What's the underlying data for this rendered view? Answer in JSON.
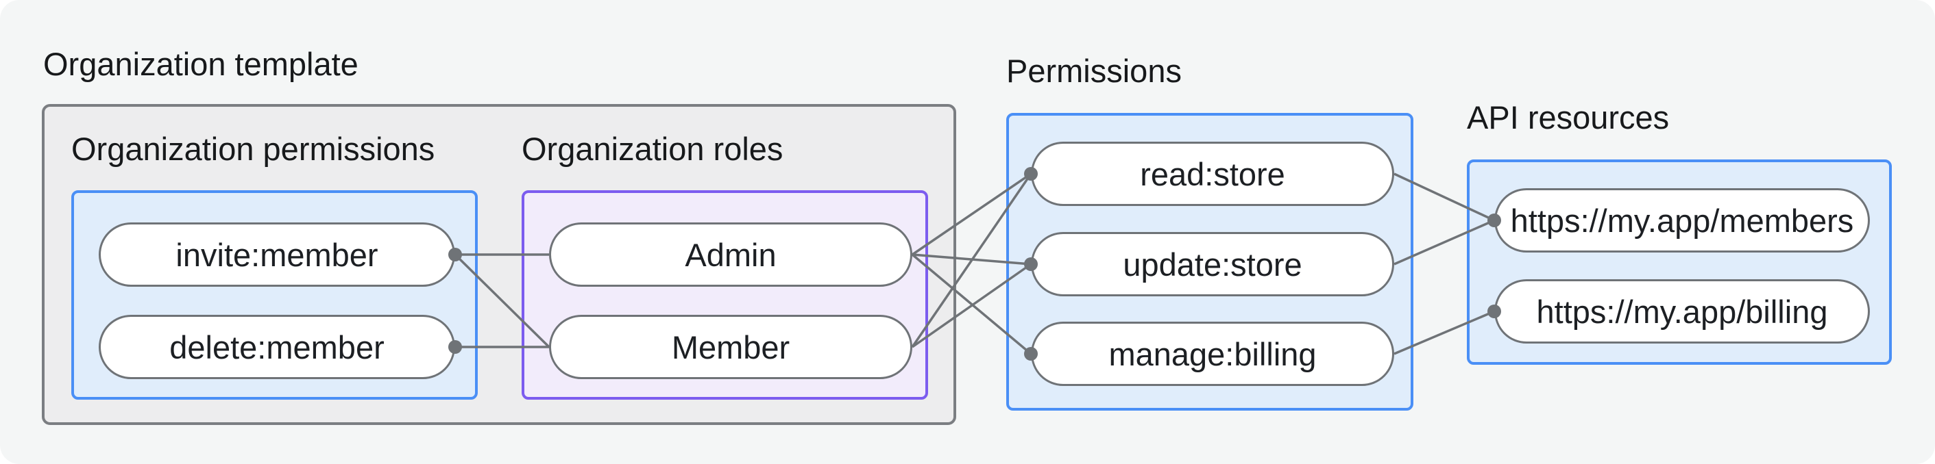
{
  "colors": {
    "canvas_bg": "#f4f6f6",
    "container_bg": "#ededee",
    "container_border": "#7b7e82",
    "blue_border": "#4a8ff6",
    "blue_bg": "#e0edfb",
    "purple_border": "#7c5cef",
    "purple_bg": "#f2ecfb",
    "node_bg": "#ffffff",
    "node_border": "#6f7377",
    "connector": "#6f7377",
    "text": "#17191b"
  },
  "diagram": {
    "template": {
      "title": "Organization template"
    },
    "groups": [
      {
        "id": "org_permissions",
        "label": "Organization permissions",
        "theme": "blue",
        "nodes": [
          {
            "id": "invite_member",
            "label": "invite:member",
            "dot": "right"
          },
          {
            "id": "delete_member",
            "label": "delete:member",
            "dot": "right"
          }
        ]
      },
      {
        "id": "org_roles",
        "label": "Organization roles",
        "theme": "purple",
        "nodes": [
          {
            "id": "admin",
            "label": "Admin",
            "dot": "none"
          },
          {
            "id": "member",
            "label": "Member",
            "dot": "none"
          }
        ]
      },
      {
        "id": "permissions",
        "label": "Permissions",
        "theme": "blue",
        "nodes": [
          {
            "id": "read_store",
            "label": "read:store",
            "dot": "left"
          },
          {
            "id": "update_store",
            "label": "update:store",
            "dot": "left"
          },
          {
            "id": "manage_billing",
            "label": "manage:billing",
            "dot": "left"
          }
        ]
      },
      {
        "id": "api_resources",
        "label": "API resources",
        "theme": "blue",
        "nodes": [
          {
            "id": "members_api",
            "label": "https://my.app/members",
            "dot": "left"
          },
          {
            "id": "billing_api",
            "label": "https://my.app/billing",
            "dot": "left"
          }
        ]
      }
    ],
    "edges": [
      {
        "from": "invite_member",
        "to": "admin"
      },
      {
        "from": "invite_member",
        "to": "member"
      },
      {
        "from": "delete_member",
        "to": "member"
      },
      {
        "from": "admin",
        "to": "read_store"
      },
      {
        "from": "admin",
        "to": "update_store"
      },
      {
        "from": "admin",
        "to": "manage_billing"
      },
      {
        "from": "member",
        "to": "read_store"
      },
      {
        "from": "member",
        "to": "update_store"
      },
      {
        "from": "read_store",
        "to": "members_api"
      },
      {
        "from": "update_store",
        "to": "members_api"
      },
      {
        "from": "manage_billing",
        "to": "billing_api"
      }
    ],
    "connector_style": {
      "line_width": 3.5,
      "dot_radius": 10
    }
  }
}
